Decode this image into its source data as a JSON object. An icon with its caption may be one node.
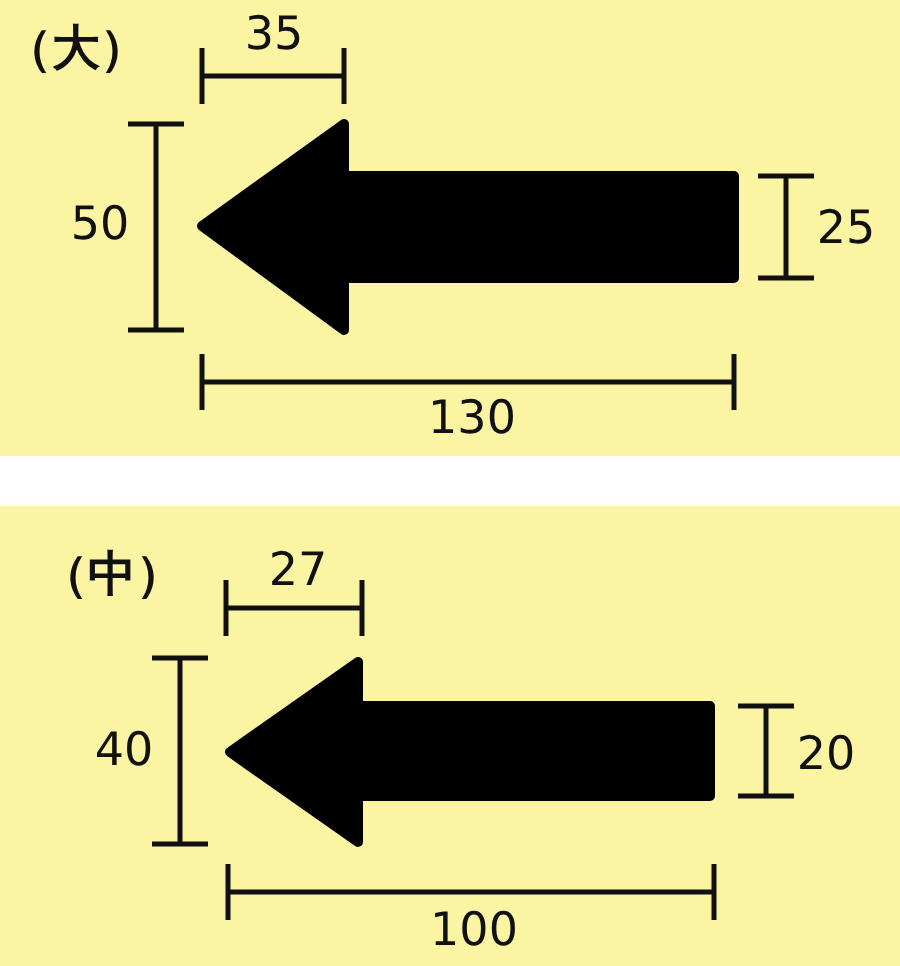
{
  "diagram": {
    "nodes": [
      {
        "text": [
          "（大）"
        ]
      },
      {
        "text": [
          "（中）"
        ]
      }
    ],
    "labels": [
      "35",
      "50",
      "25",
      "130",
      "27",
      "40",
      "20",
      "100"
    ]
  }
}
